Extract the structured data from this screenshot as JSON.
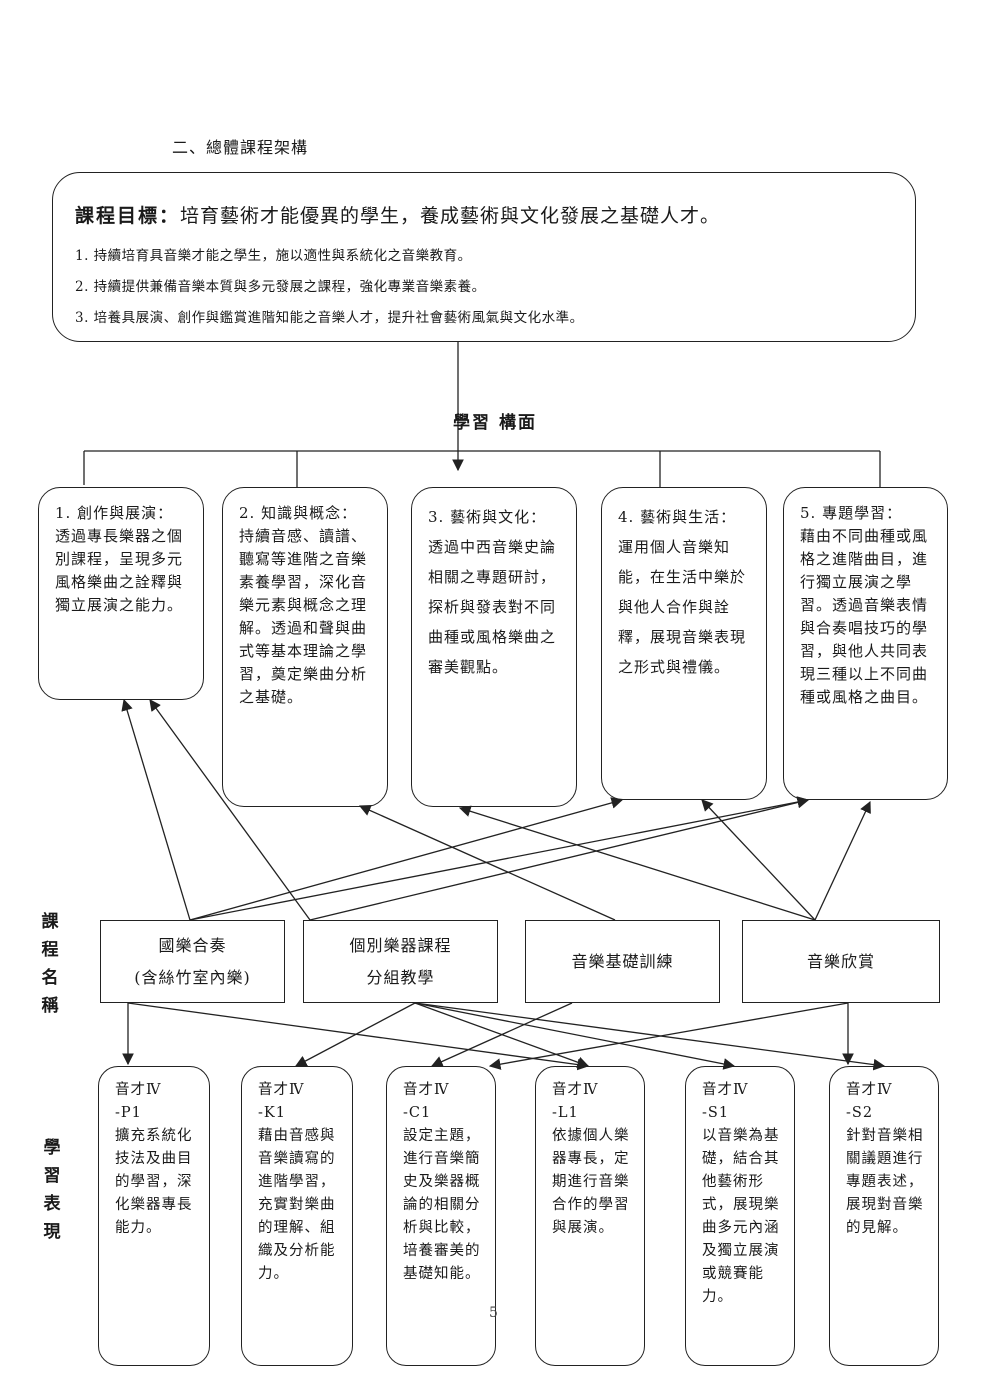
{
  "section_heading": "二、總體課程架構",
  "goal": {
    "label": "課程目標：",
    "text": "培育藝術才能優異的學生，養成藝術與文化發展之基礎人才。",
    "items": [
      "1. 持續培育具音樂才能之學生，施以適性與系統化之音樂教育。",
      "2. 持續提供兼備音樂本質與多元發展之課程，強化專業音樂素養。",
      "3. 培養具展演、創作與鑑賞進階知能之音樂人才，提升社會藝術風氣與文化水準。"
    ]
  },
  "dimensions_title": "學習 構面",
  "dimensions": [
    {
      "title": "1. 創作與展演：",
      "text": "透過專長樂器之個別課程，呈現多元風格樂曲之詮釋與獨立展演之能力。"
    },
    {
      "title": "2. 知識與概念：",
      "text": "持續音感、讀譜、聽寫等進階之音樂素養學習，深化音樂元素與概念之理解。透過和聲與曲式等基本理論之學習，奠定樂曲分析之基礎。"
    },
    {
      "title": "3. 藝術與文化：",
      "text": "透過中西音樂史論相關之專題研討，探析與發表對不同曲種或風格樂曲之審美觀點。"
    },
    {
      "title": "4. 藝術與生活：",
      "text": "運用個人音樂知能，在生活中樂於與他人合作與詮釋，展現音樂表現之形式與禮儀。"
    },
    {
      "title": "5. 專題學習：",
      "text": "藉由不同曲種或風格之進階曲目，進行獨立展演之學習。透過音樂表情與合奏唱技巧的學習，與他人共同表現三種以上不同曲種或風格之曲目。"
    }
  ],
  "course_label": "課程名稱",
  "courses": [
    {
      "line1": "國樂合奏",
      "line2": "(含絲竹室內樂)"
    },
    {
      "line1": "個別樂器課程",
      "line2": "分組教學"
    },
    {
      "line1": "音樂基礎訓練",
      "line2": ""
    },
    {
      "line1": "音樂欣賞",
      "line2": ""
    }
  ],
  "performance_label": "學習表現",
  "performances": [
    {
      "code1": "音才Ⅳ",
      "code2": "-P1",
      "text": "擴充系統化技法及曲目的學習，深化樂器專長能力。"
    },
    {
      "code1": "音才Ⅳ",
      "code2": "-K1",
      "text": "藉由音感與音樂讀寫的進階學習，充實對樂曲的理解、組織及分析能力。"
    },
    {
      "code1": "音才Ⅳ",
      "code2": "-C1",
      "text": "設定主題，進行音樂簡史及樂器概論的相關分析與比較，培養審美的基礎知能。"
    },
    {
      "code1": "音才Ⅳ",
      "code2": "-L1",
      "text": "依據個人樂器專長，定期進行音樂合作的學習與展演。"
    },
    {
      "code1": "音才Ⅳ",
      "code2": "-S1",
      "text": "以音樂為基礎，結合其他藝術形式，展現樂曲多元內涵及獨立展演或競賽能力。"
    },
    {
      "code1": "音才Ⅳ",
      "code2": "-S2",
      "text": "針對音樂相關議題進行專題表述，展現對音樂的見解。"
    }
  ],
  "page_number": "5"
}
